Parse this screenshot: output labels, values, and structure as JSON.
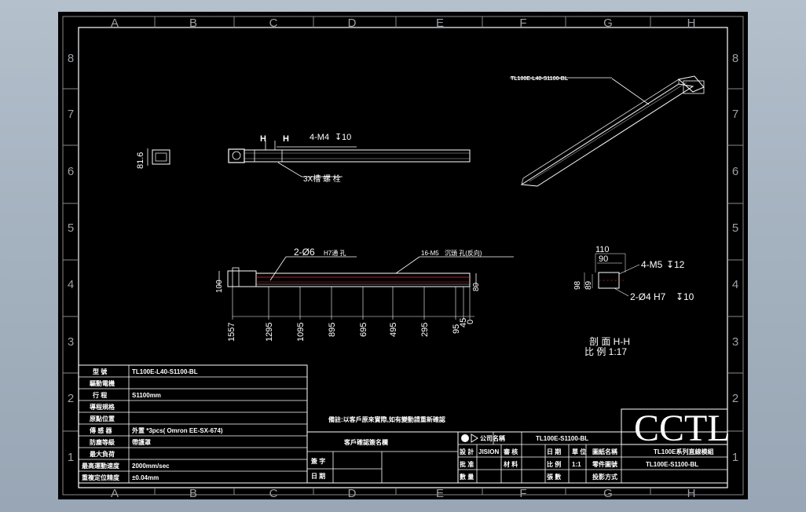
{
  "frame": {
    "columns": [
      "A",
      "B",
      "C",
      "D",
      "E",
      "F",
      "G",
      "H"
    ],
    "rows": [
      "8",
      "7",
      "6",
      "5",
      "4",
      "3",
      "2",
      "1"
    ]
  },
  "views": {
    "side_view_dim": "81.6",
    "top_view": {
      "section_marker_left": "H",
      "section_marker_right": "H",
      "hole_callout": "4-M4",
      "hole_depth": "10",
      "slot_callout": "3X槽 螺 栓"
    },
    "iso_callout": "TL100E-L40-S1100-BL",
    "front_view": {
      "pin_callout": "2-Ø6",
      "pin_suffix": "H7通 孔",
      "tap_callout": "16-M5",
      "tap_suffix": "沉頭 孔(反向)",
      "height_dim": "100",
      "right_dim": "80",
      "positions": [
        "1557",
        "1295",
        "1095",
        "895",
        "695",
        "495",
        "295",
        "95",
        "45",
        "0"
      ]
    },
    "section": {
      "width_outer": "110",
      "width_inner": "90",
      "tap_callout": "4-M5",
      "tap_depth": "12",
      "pin_callout": "2-Ø4 H7",
      "pin_depth": "10",
      "height_outer": "98",
      "height_inner": "89",
      "title": "剖 面 H-H",
      "scale": "比 例 1:17"
    }
  },
  "note": "備註:以客戶原來實際,如有變動請重新確認",
  "spec_table": {
    "rows": [
      {
        "label": "型 號",
        "value": "TL100E-L40-S1100-BL"
      },
      {
        "label": "驅動電機",
        "value": ""
      },
      {
        "label": "行 程",
        "value": "S1100mm"
      },
      {
        "label": "導程規格",
        "value": ""
      },
      {
        "label": "原點位置",
        "value": ""
      },
      {
        "label": "傳 感 器",
        "value": "外置 *3pcs( Omron EE-SX-674)"
      },
      {
        "label": "防塵等級",
        "value": "帶護罩"
      },
      {
        "label": "最大負荷",
        "value": ""
      },
      {
        "label": "最高運動速度",
        "value": "2000mm/sec"
      },
      {
        "label": "重複定位精度",
        "value": "±0.04mm"
      }
    ]
  },
  "confirm_block": {
    "title": "客戶確認簽名欄",
    "sign_label": "簽 字",
    "date_label": "日 期"
  },
  "title_block": {
    "company_logo_text": "CCTL",
    "company_label": "公司名稱",
    "drawing_number": "TL100E-S1100-BL",
    "designer_label": "設 計",
    "designer_name": "JISION",
    "checker_label": "審 核",
    "approve_label": "批 准",
    "date_label": "日 期",
    "scale_label": "比 例",
    "scale_value": "1:1",
    "sheet_label": "張 數",
    "material_label": "材 料",
    "name_label": "圖紙名稱",
    "part_label": "零件圖號",
    "drawing_name": "TL100E系列直線模組",
    "part_number": "TL100E-S1100-BL",
    "qty_label": "數 量",
    "unit_label": "單 位",
    "proj_label": "投影方式"
  }
}
